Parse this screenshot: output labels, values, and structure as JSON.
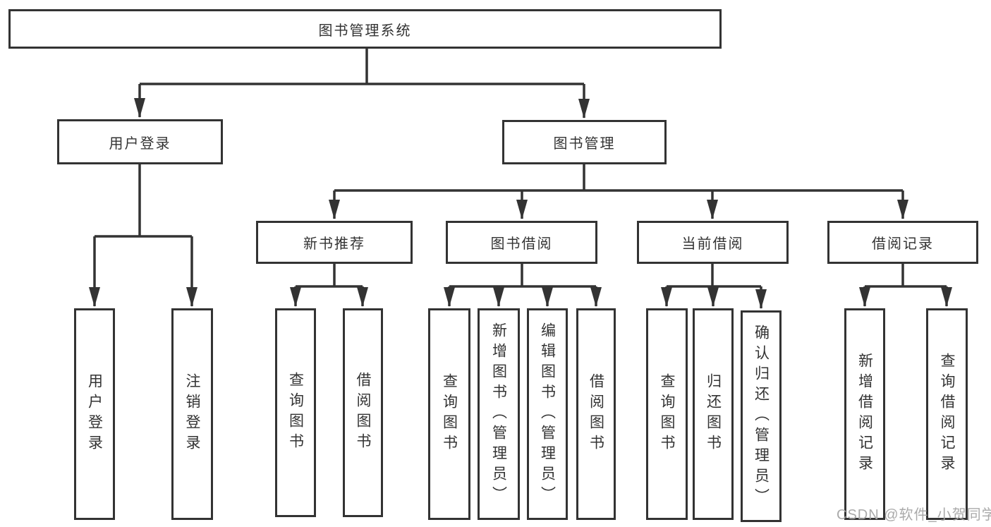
{
  "tree": {
    "root": {
      "label": "图书管理系统"
    },
    "branches": [
      {
        "label": "用户登录",
        "children": [
          {
            "label": "用户登录"
          },
          {
            "label": "注销登录"
          }
        ]
      },
      {
        "label": "图书管理",
        "children": [
          {
            "label": "新书推荐",
            "children": [
              {
                "label": "查询图书"
              },
              {
                "label": "借阅图书"
              }
            ]
          },
          {
            "label": "图书借阅",
            "children": [
              {
                "label": "查询图书"
              },
              {
                "label": "新增图书（管理员）"
              },
              {
                "label": "编辑图书（管理员）"
              },
              {
                "label": "借阅图书"
              }
            ]
          },
          {
            "label": "当前借阅",
            "children": [
              {
                "label": "查询图书"
              },
              {
                "label": "归还图书"
              },
              {
                "label": "确认归还（管理员）"
              }
            ]
          },
          {
            "label": "借阅记录",
            "children": [
              {
                "label": "新增借阅记录"
              },
              {
                "label": "查询借阅记录"
              }
            ]
          }
        ]
      }
    ]
  },
  "watermark": "CSDN @软件_小贺同学",
  "colors": {
    "line": "#333333",
    "box_border": "#333333",
    "text": "#333333",
    "watermark": "#a5a5a5",
    "background": "#ffffff"
  }
}
